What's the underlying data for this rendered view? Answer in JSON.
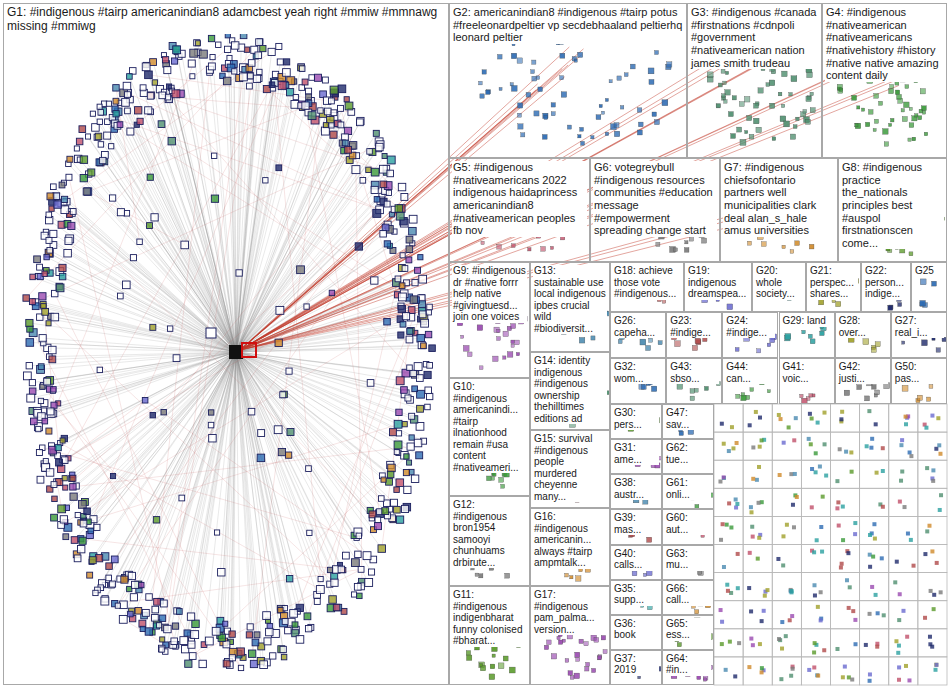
{
  "diagram": {
    "nodes": [
      {
        "text": [
          "G1: #indigenous #tairp americanindian8 adamcbest yeah right #mmiw #mmnawg missing #mmiwg"
        ]
      },
      {
        "text": [
          "G2: americanindian8 #indigenous #tairp potus #freeleonardpeltier vp secdebhaaland peltierhq leonard peltier"
        ]
      },
      {
        "text": [
          "G3: #indigenous #canada #firstnations #cdnpoli #government #nativeamerican nation james smith trudeau"
        ]
      },
      {
        "text": [
          "G4: #indigenous #nativeamerican #nativeamericans #nativehistory #history #native native amazing content daily"
        ]
      },
      {
        "text": [
          "G5: #indigenous #nativeamericans 2022 indigenous haidaprincess americanindian8 #nativeamerican peoples fb nov"
        ]
      },
      {
        "text": [
          "G6: votegreybull #indigenous resources communities #education message #empowerment spreading change start"
        ]
      },
      {
        "text": [
          "G7: #indigenous chiefsofontario partners well municipalities clark deal alan_s_hale amus universities"
        ]
      },
      {
        "text": [
          "G8: #indigenous practice the_nationals principles best #auspol firstnationscen come..."
        ]
      },
      {
        "text": [
          "G9: #indigenous dr #native forrr help native #givingtuesd... join one voices"
        ]
      },
      {
        "text": [
          "G13: sustainable use local indigenous ipbes crucial wild #biodiversit..."
        ]
      },
      {
        "text": [
          "G18: achieve those vote #indigenous..."
        ]
      },
      {
        "text": [
          "G19: indigenous dreamspea..."
        ]
      },
      {
        "text": [
          "G20: whole society..."
        ]
      },
      {
        "text": [
          "G21: perspec... shares..."
        ]
      },
      {
        "text": [
          "G22: person... indige..."
        ]
      },
      {
        "text": [
          "G25"
        ]
      },
      {
        "text": [
          "G14: identity indigenous #indigenous ownership thehilltimes editions ad"
        ]
      },
      {
        "text": [
          "G10: #indigenous americanindi... #tairp ilnationhood remain #usa content #nativeameri..."
        ]
      },
      {
        "text": [
          "G15: survival #indigenous people murdered cheyenne many..."
        ]
      },
      {
        "text": [
          "G12: #indigenous bron1954 samooyi chunhuams drbirute..."
        ]
      },
      {
        "text": [
          "G16: #indigenous americanin... always #tairp ampmtalk..."
        ]
      },
      {
        "text": [
          "G11: #indigenous indigenbharat funny colonised #bharat..."
        ]
      },
      {
        "text": [
          "G17: #indigenous pam_palma... version..."
        ]
      },
      {
        "text": [
          "G26: capeha..."
        ]
      },
      {
        "text": [
          "G23: #indige..."
        ]
      },
      {
        "text": [
          "G24: #indige..."
        ]
      },
      {
        "text": [
          "G29: land"
        ]
      },
      {
        "text": [
          "G28: over..."
        ]
      },
      {
        "text": [
          "G27: real_i..."
        ]
      },
      {
        "text": [
          "G32: wom..."
        ]
      },
      {
        "text": [
          "G43: sbso..."
        ]
      },
      {
        "text": [
          "G44: can..."
        ]
      },
      {
        "text": [
          "G41: voic..."
        ]
      },
      {
        "text": [
          "G42: justi..."
        ]
      },
      {
        "text": [
          "G50: pas..."
        ]
      },
      {
        "text": [
          "G30: pers..."
        ]
      },
      {
        "text": [
          "G31: ame..."
        ]
      },
      {
        "text": [
          "G38: austr..."
        ]
      },
      {
        "text": [
          "G39: mas..."
        ]
      },
      {
        "text": [
          "G40: calls..."
        ]
      },
      {
        "text": [
          "G35: supp..."
        ]
      },
      {
        "text": [
          "G36: book"
        ]
      },
      {
        "text": [
          "G37: 2019"
        ]
      },
      {
        "text": [
          "G47: sav..."
        ]
      },
      {
        "text": [
          "G62: tue..."
        ]
      },
      {
        "text": [
          "G61: onli..."
        ]
      },
      {
        "text": [
          "G60: aut..."
        ]
      },
      {
        "text": [
          "G63: mu..."
        ]
      },
      {
        "text": [
          "G66: call..."
        ]
      },
      {
        "text": [
          "G65: ess..."
        ]
      },
      {
        "text": [
          "G64: #in..."
        ]
      }
    ]
  }
}
